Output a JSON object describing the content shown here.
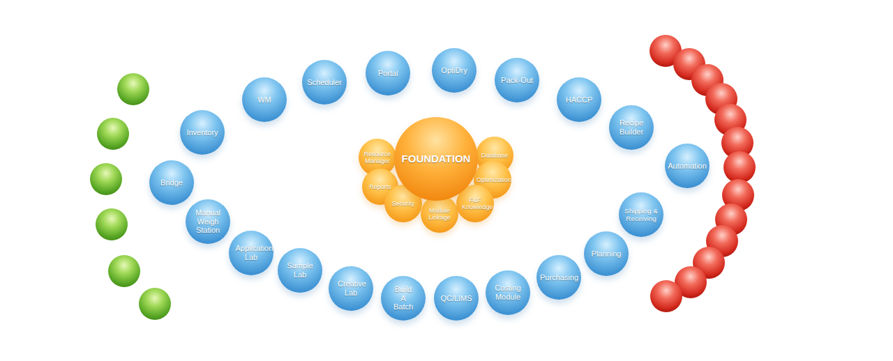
{
  "diagram": {
    "nodes": [
      {
        "text": [
          "FOUNDATION"
        ]
      },
      {
        "text": [
          "Resource Manager"
        ]
      },
      {
        "text": [
          "Database"
        ]
      },
      {
        "text": [
          "Reports"
        ]
      },
      {
        "text": [
          "Optimization"
        ]
      },
      {
        "text": [
          "Security"
        ]
      },
      {
        "text": [
          "Module Linkage"
        ]
      },
      {
        "text": [
          "F&F Knowledge"
        ]
      },
      {
        "text": [
          "WM"
        ]
      },
      {
        "text": [
          "Scheduler"
        ]
      },
      {
        "text": [
          "Portal"
        ]
      },
      {
        "text": [
          "OptiDry"
        ]
      },
      {
        "text": [
          "Pack-Out"
        ]
      },
      {
        "text": [
          "HACCP"
        ]
      },
      {
        "text": [
          "Inventory"
        ]
      },
      {
        "text": [
          "Recipe Builder"
        ]
      },
      {
        "text": [
          "Bridge"
        ]
      },
      {
        "text": [
          "Automation"
        ]
      },
      {
        "text": [
          "Manual Weigh Station"
        ]
      },
      {
        "text": [
          "Shipping & Receiving"
        ]
      },
      {
        "text": [
          "Planning"
        ]
      },
      {
        "text": [
          "Application Lab"
        ]
      },
      {
        "text": [
          "Purchasing"
        ]
      },
      {
        "text": [
          "Sample Lab"
        ]
      },
      {
        "text": [
          "Creative Lab"
        ]
      },
      {
        "text": [
          "Build A Batch"
        ]
      },
      {
        "text": [
          "QC/LIMS"
        ]
      },
      {
        "text": [
          "Costing Module"
        ]
      }
    ]
  }
}
